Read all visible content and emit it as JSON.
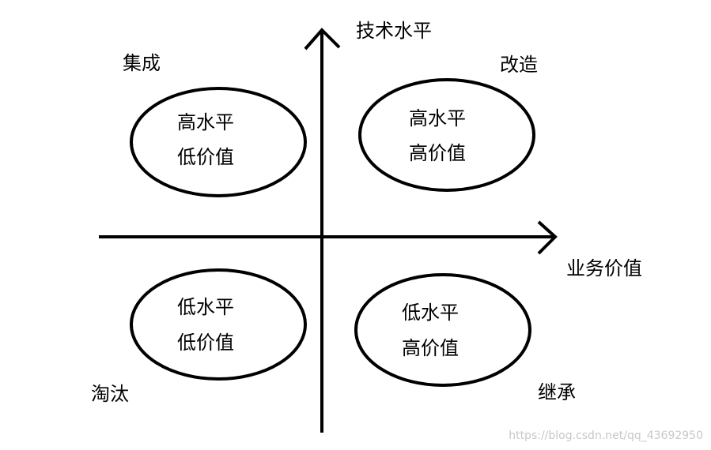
{
  "axes": {
    "y_label": "技术水平",
    "x_label": "业务价值"
  },
  "quadrants": {
    "top_left": {
      "name": "集成",
      "line1": "高水平",
      "line2": "低价值"
    },
    "top_right": {
      "name": "改造",
      "line1": "高水平",
      "line2": "高价值"
    },
    "bottom_left": {
      "name": "淘汰",
      "line1": "低水平",
      "line2": "低价值"
    },
    "bottom_right": {
      "name": "继承",
      "line1": "低水平",
      "line2": "高价值"
    }
  },
  "watermark": "https://blog.csdn.net/qq_43692950",
  "colors": {
    "stroke": "#000000",
    "watermark": "#c8c8c8",
    "background": "#ffffff"
  }
}
